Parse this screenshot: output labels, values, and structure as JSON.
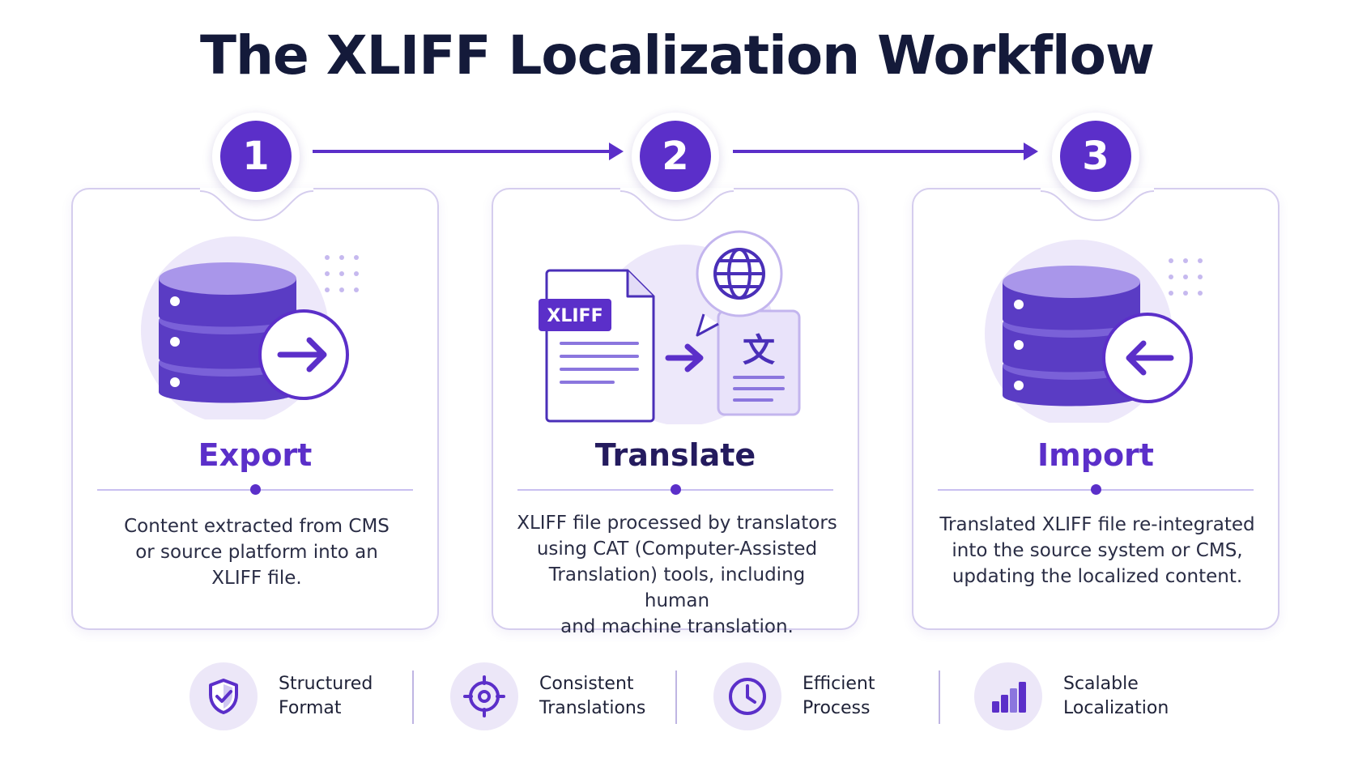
{
  "title": "The XLIFF Localization Workflow",
  "colors": {
    "accent": "#5b2fc9",
    "light": "#ece7f8",
    "border": "#d5cdee",
    "title": "#141a3a"
  },
  "steps": [
    {
      "number": "1",
      "title": "Export",
      "icon": "database-export-icon",
      "description_lines": [
        "Content extracted from CMS",
        "or source platform into an",
        "XLIFF file."
      ]
    },
    {
      "number": "2",
      "title": "Translate",
      "icon": "xliff-file-translate-icon",
      "file_label": "XLIFF",
      "glyph": "文",
      "description_lines": [
        "XLIFF file processed by translators",
        "using CAT (Computer-Assisted",
        "Translation) tools, including human",
        "and machine translation."
      ]
    },
    {
      "number": "3",
      "title": "Import",
      "icon": "database-import-icon",
      "description_lines": [
        "Translated XLIFF file re-integrated",
        "into the source system or CMS,",
        "updating the localized content."
      ]
    }
  ],
  "features": [
    {
      "icon": "shield-check-icon",
      "line1": "Structured",
      "line2": "Format"
    },
    {
      "icon": "target-icon",
      "line1": "Consistent",
      "line2": "Translations"
    },
    {
      "icon": "clock-icon",
      "line1": "Efficient",
      "line2": "Process"
    },
    {
      "icon": "bar-chart-icon",
      "line1": "Scalable",
      "line2": "Localization"
    }
  ]
}
